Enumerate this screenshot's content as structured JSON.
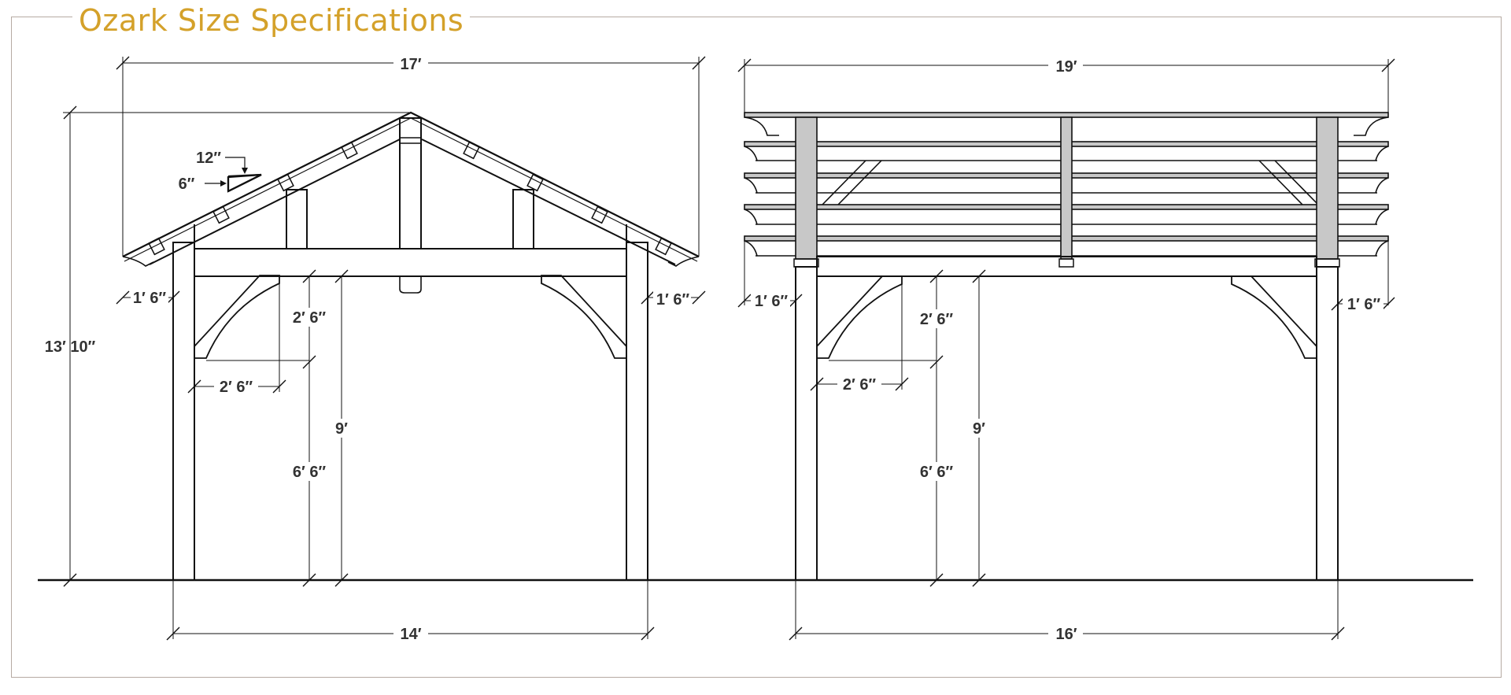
{
  "title": "Ozark Size Specifications",
  "colors": {
    "title": "#d4a12a",
    "frame": "#b6aaa2",
    "line": "#111111",
    "dimension": "#333333",
    "beam_fill": "#c8c8c8"
  },
  "front_view": {
    "overall_width": "17′",
    "overall_height": "13′ 10″",
    "post_spacing": "14′",
    "overhang_left": "1′ 6″",
    "overhang_right": "1′ 6″",
    "roof_pitch_run": "12″",
    "roof_pitch_rise": "6″",
    "brace_height": "2′ 6″",
    "brace_width": "2′ 6″",
    "beam_height": "9′",
    "clear_height": "6′ 6″"
  },
  "side_view": {
    "overall_width": "19′",
    "post_spacing": "16′",
    "overhang_left": "1′ 6″",
    "overhang_right": "1′ 6″",
    "brace_height": "2′ 6″",
    "brace_width": "2′ 6″",
    "beam_height": "9′",
    "clear_height": "6′ 6″"
  }
}
